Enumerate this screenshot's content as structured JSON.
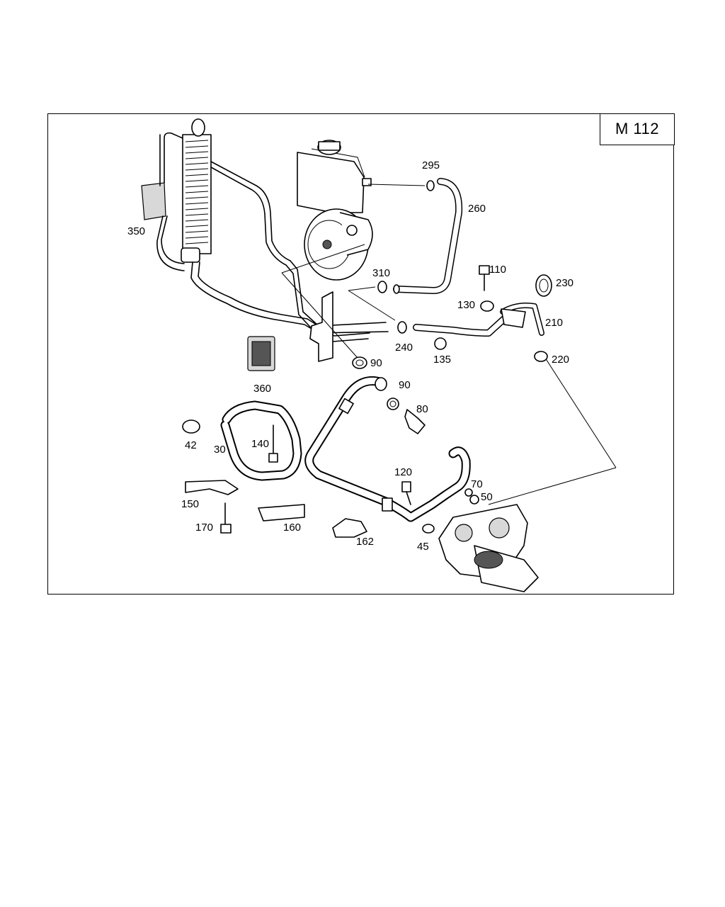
{
  "engine_code": "M 112",
  "callouts": [
    {
      "id": "c295",
      "text": "295"
    },
    {
      "id": "c260",
      "text": "260"
    },
    {
      "id": "c350",
      "text": "350"
    },
    {
      "id": "c310",
      "text": "310"
    },
    {
      "id": "c110",
      "text": "110"
    },
    {
      "id": "c230",
      "text": "230"
    },
    {
      "id": "c130",
      "text": "130"
    },
    {
      "id": "c210",
      "text": "210"
    },
    {
      "id": "c240",
      "text": "240"
    },
    {
      "id": "c135",
      "text": "135"
    },
    {
      "id": "c220",
      "text": "220"
    },
    {
      "id": "c90a",
      "text": "90"
    },
    {
      "id": "c90b",
      "text": "90"
    },
    {
      "id": "c360",
      "text": "360"
    },
    {
      "id": "c80",
      "text": "80"
    },
    {
      "id": "c42",
      "text": "42"
    },
    {
      "id": "c30",
      "text": "30"
    },
    {
      "id": "c140",
      "text": "140"
    },
    {
      "id": "c120",
      "text": "120"
    },
    {
      "id": "c70",
      "text": "70"
    },
    {
      "id": "c50",
      "text": "50"
    },
    {
      "id": "c150",
      "text": "150"
    },
    {
      "id": "c170",
      "text": "170"
    },
    {
      "id": "c160",
      "text": "160"
    },
    {
      "id": "c162",
      "text": "162"
    },
    {
      "id": "c45",
      "text": "45"
    }
  ]
}
